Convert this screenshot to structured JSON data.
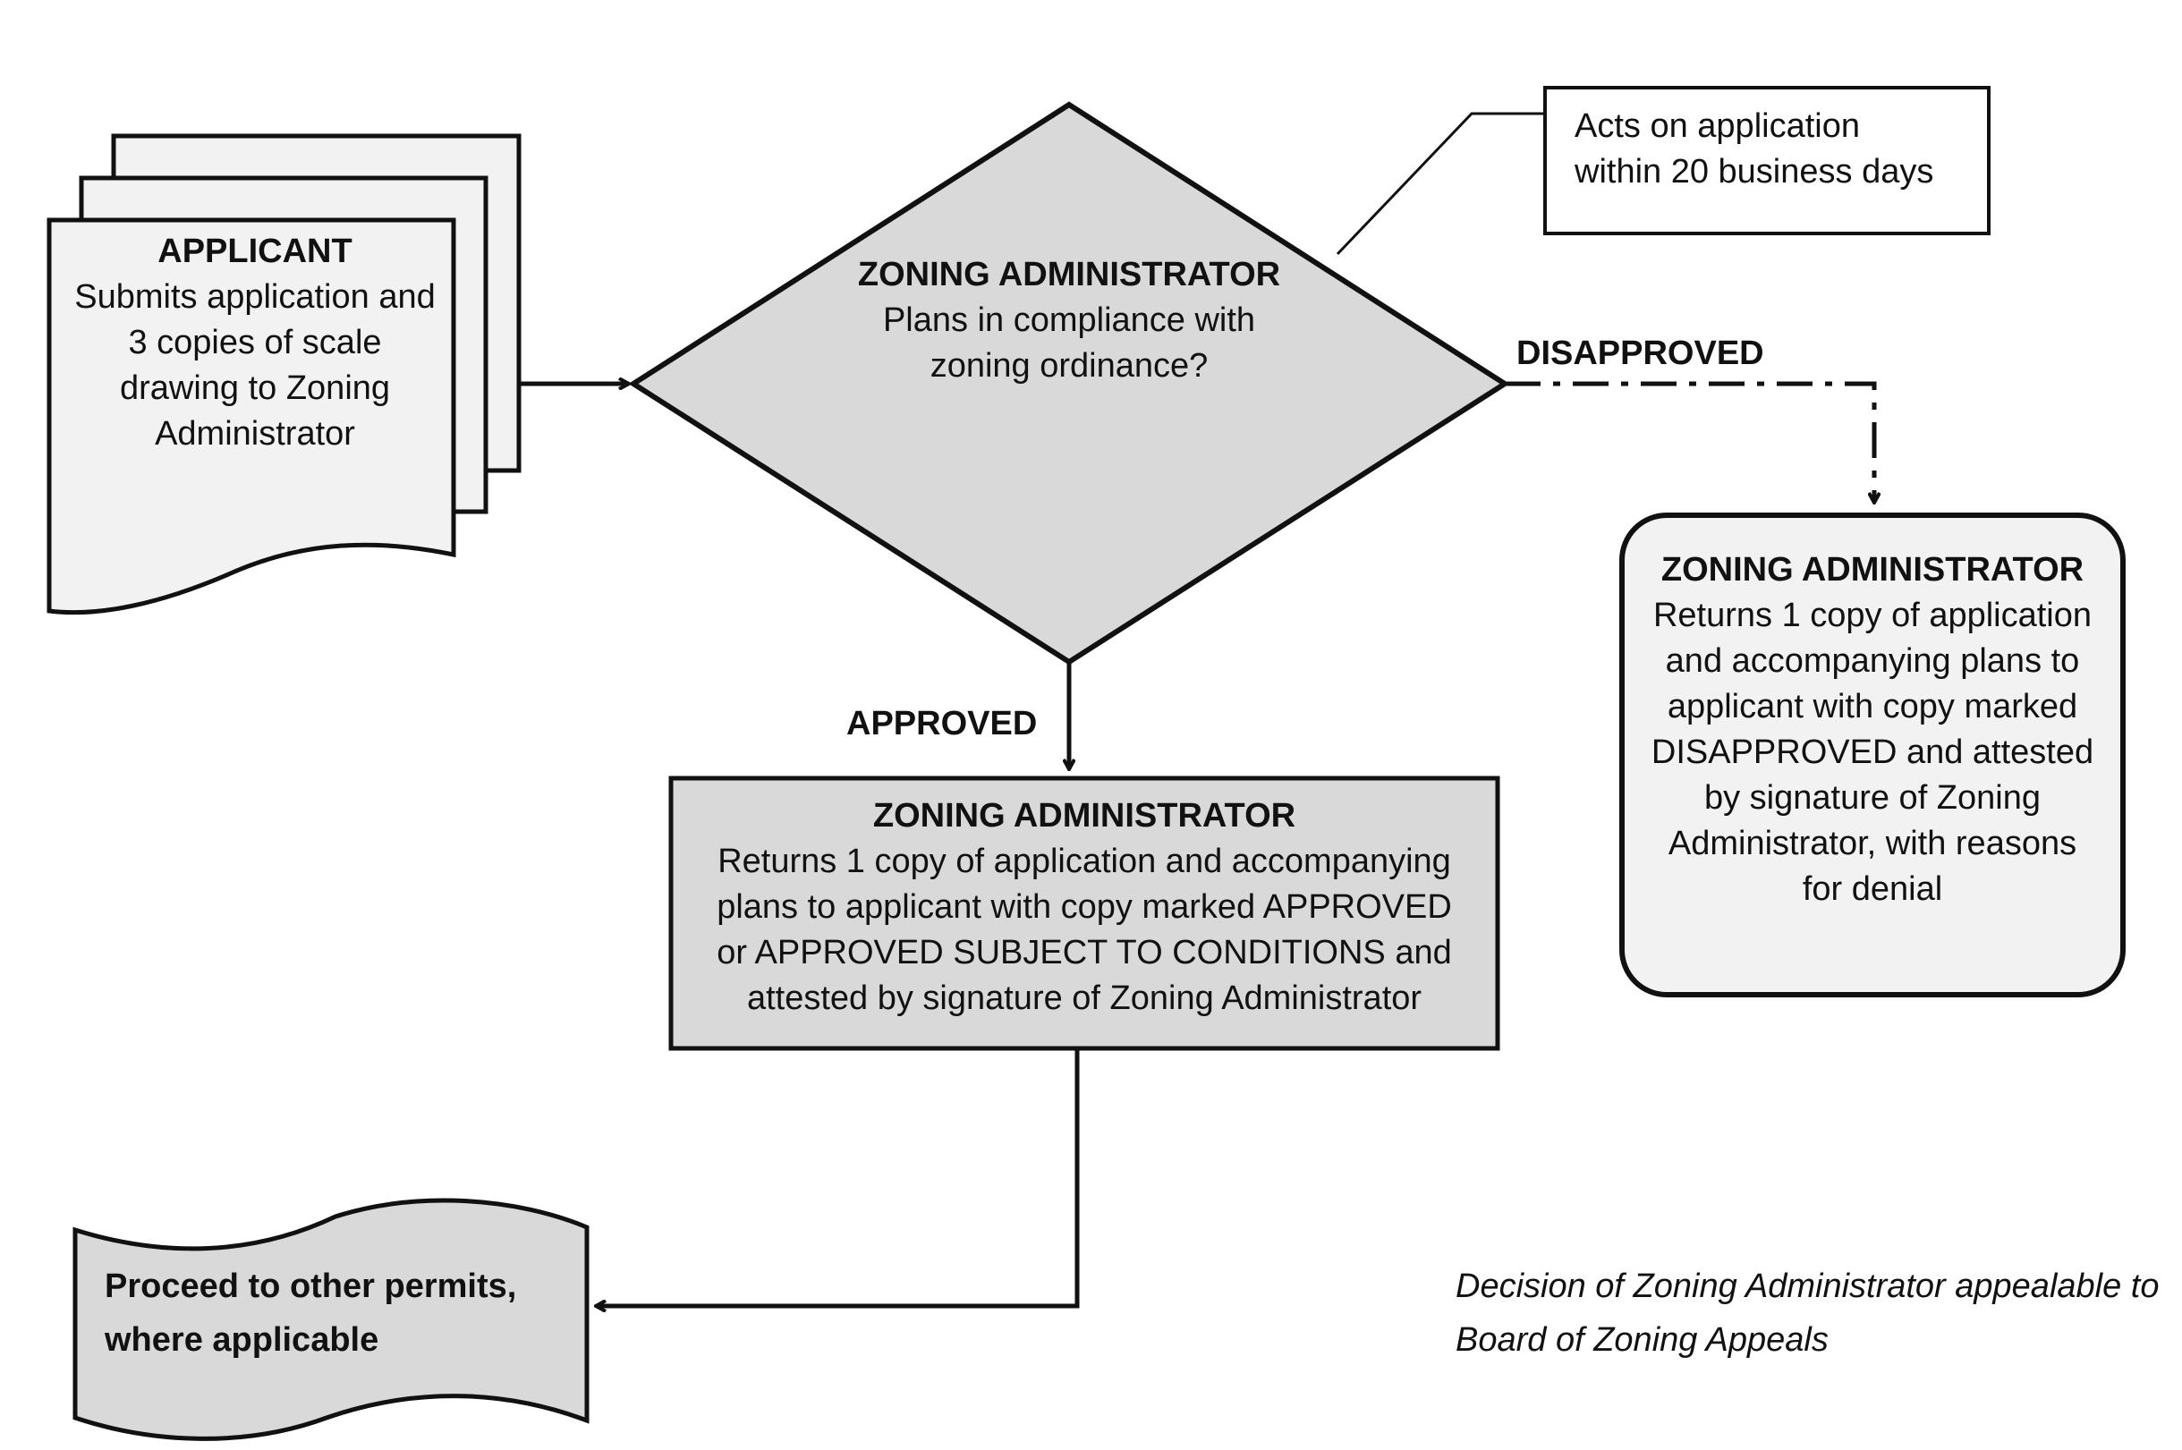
{
  "applicant": {
    "title": "APPLICANT",
    "body": "Submits application and 3 copies of scale drawing to Zoning Administrator"
  },
  "decision": {
    "title": "ZONING ADMINISTRATOR",
    "body": "Plans in compliance with zoning ordinance?"
  },
  "timing_note": {
    "line1": "Acts on application",
    "line2": "within 20 business days"
  },
  "labels": {
    "disapproved": "DISAPPROVED",
    "approved": "APPROVED"
  },
  "approved_box": {
    "title": "ZONING ADMINISTRATOR",
    "body": "Returns 1 copy of application and accompanying plans to applicant with copy marked APPROVED or APPROVED SUBJECT TO CONDITIONS and attested by signature of Zoning Administrator"
  },
  "disapproved_box": {
    "title": "ZONING ADMINISTRATOR",
    "body": "Returns 1 copy of application and accompanying plans to applicant with copy marked DISAPPROVED and attested by signature of Zoning Administrator, with reasons for denial"
  },
  "proceed": {
    "line1": "Proceed to other permits,",
    "line2": "where applicable"
  },
  "appeal_note": {
    "line1": "Decision of Zoning Administrator appealable to",
    "line2": "Board of Zoning Appeals"
  }
}
